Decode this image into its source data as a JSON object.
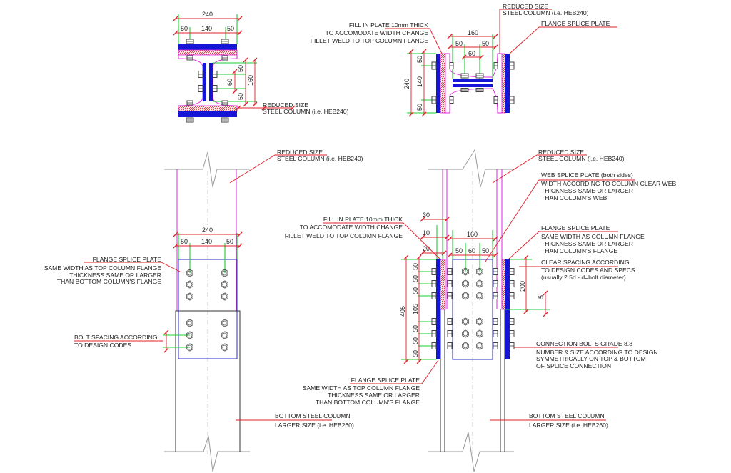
{
  "plan_left": {
    "dims": {
      "overall": "240",
      "edge_left": "50",
      "bolt_gauge": "140",
      "edge_right": "50",
      "web_top": "50",
      "web_mid": "60",
      "web_bottom": "50",
      "web_total": "160"
    },
    "label_column": [
      "REDUCED SIZE",
      "STEEL COLUMN (i.e. HEB240)"
    ]
  },
  "plan_right": {
    "dims": {
      "width": "160",
      "left": "50",
      "mid": "60",
      "right": "50",
      "overall": "240",
      "top": "50",
      "gauge": "140",
      "bottom": "50"
    },
    "label_fill": [
      "FILL IN PLATE 10mm THICK",
      "TO ACCOMODATE WIDTH CHANGE",
      "FILLET WELD TO TOP COLUMN FLANGE"
    ],
    "label_column": [
      "REDUCED SIZE",
      "STEEL COLUMN (i.e. HEB240)"
    ],
    "label_flange": "FLANGE SPLICE PLATE"
  },
  "elev_left": {
    "dims": {
      "overall": "240",
      "left": "50",
      "gauge": "140",
      "right": "50"
    },
    "label_top_column": [
      "REDUCED SIZE",
      "STEEL COLUMN (i.e. HEB240)"
    ],
    "label_flange": [
      "FLANGE SPLICE PLATE",
      "SAME WIDTH AS TOP COLUMN FLANGE",
      "THICKNESS SAME OR LARGER",
      "THAN BOTTOM COLUMN'S FLANGE"
    ],
    "label_bolt_spacing": [
      "BOLT SPACING ACCORDING",
      "TO DESIGN CODES"
    ],
    "label_bottom_column": [
      "BOTTOM STEEL COLUMN",
      "LARGER SIZE (i.e. HEB260)"
    ]
  },
  "elev_right": {
    "dims": {
      "d30": "30",
      "d10": "10",
      "d20": "20",
      "width": "160",
      "left": "50",
      "mid": "60",
      "right": "50",
      "v1": "50",
      "v2": "50",
      "v3": "50",
      "v4": "105",
      "v5": "50",
      "v6": "50",
      "v7": "50",
      "total": "405",
      "clear": "200",
      "gap": "5"
    },
    "label_fill": [
      "FILL IN PLATE 10mm THICK",
      "TO ACCOMODATE WIDTH CHANGE",
      "FILLET WELD TO TOP COLUMN FLANGE"
    ],
    "label_top_column": [
      "REDUCED SIZE",
      "STEEL COLUMN (i.e. HEB240)"
    ],
    "label_web": [
      "WEB SPLICE PLATE (both sides)",
      "WIDTH ACCORDING TO COLUMN CLEAR WEB",
      "THICKNESS SAME OR LARGER",
      "THAN COLUMN'S WEB"
    ],
    "label_flange_top": [
      "FLANGE SPLICE PLATE",
      "SAME WIDTH AS COLUMN FLANGE",
      "THICKNESS SAME OR LARGER",
      "THAN COLUMN'S FLANGE"
    ],
    "label_clear": [
      "CLEAR SPACING ACCORDING",
      "TO DESIGN CODES AND SPECS",
      "(usually 2.5d - d=bolt diameter)"
    ],
    "label_bolts": [
      "CONNECTION BOLTS GRADE 8.8",
      "NUMBER & SIZE ACCORDING TO DESIGN",
      "SYMMETRICALLY ON TOP & BOTTOM",
      "OF SPLICE CONNECTION"
    ],
    "label_flange_bottom": [
      "FLANGE SPLICE PLATE",
      "SAME WIDTH AS TOP COLUMN FLANGE",
      "THICKNESS SAME OR LARGER",
      "THAN BOTTOM COLUMN'S FLANGE"
    ],
    "label_bottom_column": [
      "BOTTOM STEEL COLUMN",
      "LARGER SIZE (i.e. HEB260)"
    ]
  },
  "colors": {
    "plate": "#1515d8",
    "column_outline": "#e020e0",
    "dimension": "#e0202a",
    "extension": "#18d030"
  }
}
